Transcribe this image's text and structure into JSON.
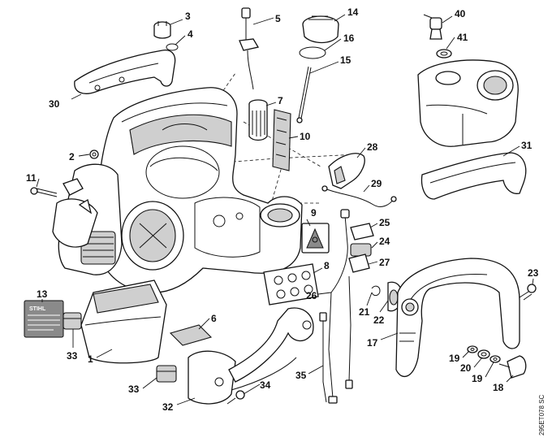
{
  "diagram": {
    "labels": [
      {
        "id": "1",
        "text": "1"
      },
      {
        "id": "2",
        "text": "2"
      },
      {
        "id": "3",
        "text": "3"
      },
      {
        "id": "4",
        "text": "4"
      },
      {
        "id": "5",
        "text": "5"
      },
      {
        "id": "6",
        "text": "6"
      },
      {
        "id": "7",
        "text": "7"
      },
      {
        "id": "8",
        "text": "8"
      },
      {
        "id": "9",
        "text": "9"
      },
      {
        "id": "10",
        "text": "10"
      },
      {
        "id": "11",
        "text": "11"
      },
      {
        "id": "13",
        "text": "13"
      },
      {
        "id": "14",
        "text": "14"
      },
      {
        "id": "15",
        "text": "15"
      },
      {
        "id": "16",
        "text": "16"
      },
      {
        "id": "17",
        "text": "17"
      },
      {
        "id": "18",
        "text": "18"
      },
      {
        "id": "19a",
        "text": "19"
      },
      {
        "id": "19b",
        "text": "19"
      },
      {
        "id": "20",
        "text": "20"
      },
      {
        "id": "21",
        "text": "21"
      },
      {
        "id": "22",
        "text": "22"
      },
      {
        "id": "23",
        "text": "23"
      },
      {
        "id": "24",
        "text": "24"
      },
      {
        "id": "25",
        "text": "25"
      },
      {
        "id": "26",
        "text": "26"
      },
      {
        "id": "27",
        "text": "27"
      },
      {
        "id": "28",
        "text": "28"
      },
      {
        "id": "29",
        "text": "29"
      },
      {
        "id": "30",
        "text": "30"
      },
      {
        "id": "31",
        "text": "31"
      },
      {
        "id": "32",
        "text": "32"
      },
      {
        "id": "33a",
        "text": "33"
      },
      {
        "id": "33b",
        "text": "33"
      },
      {
        "id": "34",
        "text": "34"
      },
      {
        "id": "35",
        "text": "35"
      },
      {
        "id": "40",
        "text": "40"
      },
      {
        "id": "41",
        "text": "41"
      }
    ],
    "reference_code": "295ET078 SC",
    "brand_text": "STIHL"
  }
}
